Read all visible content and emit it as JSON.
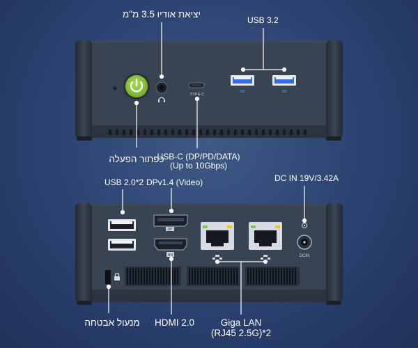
{
  "front": {
    "audio_label": "יציאת אודיו 3.5 מ\"מ",
    "usb32_label": "USB 3.2",
    "power_label": "כפתור הפעלה",
    "usbc_label_line1": "USB-C (DP/PD/DATA)",
    "usbc_label_line2": "(Up to 10Gbps)",
    "typec_port_text": "TYPE-C",
    "usb_port_text": "SS"
  },
  "back": {
    "usb20_label": "USB 2.0*2",
    "dp_label": "DPv1.4 (Video)",
    "dcin_label": "DC IN 19V/3.42A",
    "dcin_port_text": "DCIN",
    "lock_label": "מנעול אבטחה",
    "hdmi_label": "HDMI 2.0",
    "lan_label_line1": "Giga LAN",
    "lan_label_line2": "(RJ45 2.5G)*2",
    "dp_port_text": "DP",
    "hdmi_port_text": "HD"
  },
  "colors": {
    "background": "#2b4170",
    "device_body": "#34404f",
    "power_button": "#8cc63f",
    "port_blue": "#2f6fd6",
    "lan_led_green": "#6fd24a",
    "lan_led_yellow": "#f0c419"
  }
}
